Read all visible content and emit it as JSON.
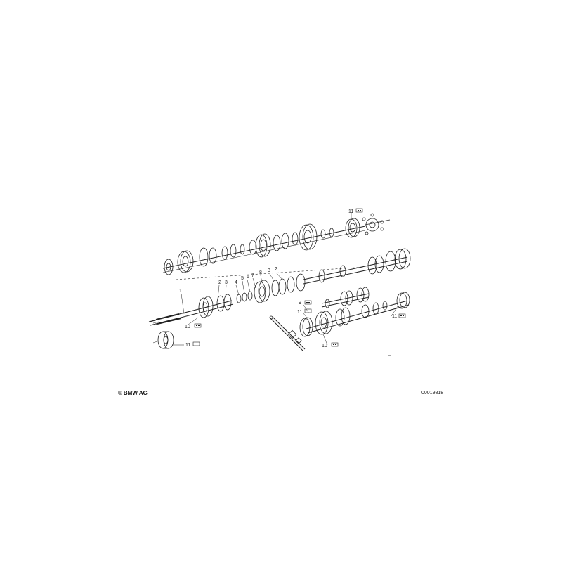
{
  "copyright": {
    "symbol": "©",
    "text": "BMW AG"
  },
  "diagram_id": "00019818",
  "callouts": {
    "c1": "1",
    "c2a": "2",
    "c2b": "2",
    "c3a": "3",
    "c3b": "3",
    "c4": "4",
    "c5": "5",
    "c6": "6",
    "c7": "7",
    "c8": "8",
    "c9": "9",
    "c10a": "10",
    "c10b": "10",
    "c11a": "11",
    "c11b": "11",
    "c11c": "11",
    "c11d": "11"
  }
}
